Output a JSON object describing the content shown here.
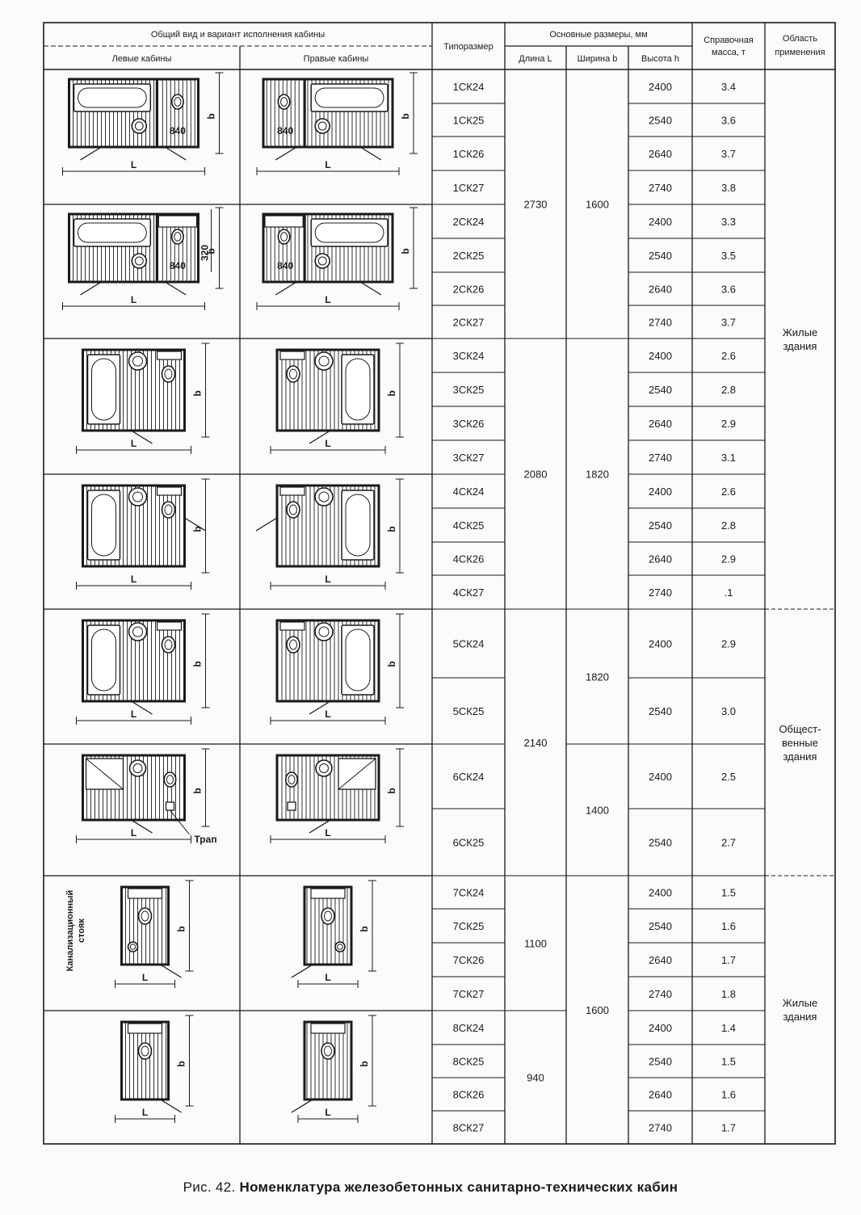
{
  "header": {
    "general_view": "Общий вид и вариант исполнения кабины",
    "left_cabins": "Левые кабины",
    "right_cabins": "Правые кабины",
    "type_size": "Типоразмер",
    "main_dims": "Основные размеры, мм",
    "length": "Длина L",
    "width": "Ширина b",
    "height": "Высота h",
    "mass": [
      "Справочная",
      "масса, т"
    ],
    "area": [
      "Область",
      "применения"
    ]
  },
  "rows": [
    {
      "type": "1СК24",
      "h": "2400",
      "m": "3.4"
    },
    {
      "type": "1СК25",
      "h": "2540",
      "m": "3.6"
    },
    {
      "type": "1СК26",
      "h": "2640",
      "m": "3.7"
    },
    {
      "type": "1СК27",
      "h": "2740",
      "m": "3.8"
    },
    {
      "type": "2СК24",
      "h": "2400",
      "m": "3.3"
    },
    {
      "type": "2СК25",
      "h": "2540",
      "m": "3.5"
    },
    {
      "type": "2СК26",
      "h": "2640",
      "m": "3.6"
    },
    {
      "type": "2СК27",
      "h": "2740",
      "m": "3.7"
    },
    {
      "type": "3СК24",
      "h": "2400",
      "m": "2.6"
    },
    {
      "type": "3СК25",
      "h": "2540",
      "m": "2.8"
    },
    {
      "type": "3СК26",
      "h": "2640",
      "m": "2.9"
    },
    {
      "type": "3СК27",
      "h": "2740",
      "m": "3.1"
    },
    {
      "type": "4СК24",
      "h": "2400",
      "m": "2.6"
    },
    {
      "type": "4СК25",
      "h": "2540",
      "m": "2.8"
    },
    {
      "type": "4СК26",
      "h": "2640",
      "m": "2.9"
    },
    {
      "type": "4СК27",
      "h": "2740",
      "m": ".1"
    },
    {
      "type": "5СК24",
      "h": "2400",
      "m": "2.9"
    },
    {
      "type": "5СК25",
      "h": "2540",
      "m": "3.0"
    },
    {
      "type": "6СК24",
      "h": "2400",
      "m": "2.5"
    },
    {
      "type": "6СК25",
      "h": "2540",
      "m": "2.7"
    },
    {
      "type": "7СК24",
      "h": "2400",
      "m": "1.5"
    },
    {
      "type": "7СК25",
      "h": "2540",
      "m": "1.6"
    },
    {
      "type": "7СК26",
      "h": "2640",
      "m": "1.7"
    },
    {
      "type": "7СК27",
      "h": "2740",
      "m": "1.8"
    },
    {
      "type": "8СК24",
      "h": "2400",
      "m": "1.4"
    },
    {
      "type": "8СК25",
      "h": "2540",
      "m": "1.5"
    },
    {
      "type": "8СК26",
      "h": "2640",
      "m": "1.6"
    },
    {
      "type": "8СК27",
      "h": "2740",
      "m": "1.7"
    }
  ],
  "length_groups": [
    {
      "value": "2730",
      "rows": [
        0,
        7
      ]
    },
    {
      "value": "2080",
      "rows": [
        8,
        15
      ]
    },
    {
      "value": "2140",
      "rows": [
        16,
        19
      ]
    },
    {
      "value": "1100",
      "rows": [
        20,
        23
      ]
    },
    {
      "value": "940",
      "rows": [
        24,
        27
      ]
    }
  ],
  "width_groups": [
    {
      "value": "1600",
      "rows": [
        0,
        7
      ]
    },
    {
      "value": "1820",
      "rows": [
        8,
        15
      ]
    },
    {
      "value": "1820",
      "rows": [
        16,
        17
      ]
    },
    {
      "value": "1400",
      "rows": [
        18,
        19
      ]
    },
    {
      "value": "1600",
      "rows": [
        20,
        27
      ]
    }
  ],
  "area_groups": [
    {
      "lines": [
        "Жилые",
        "здания"
      ],
      "rows": [
        0,
        15
      ]
    },
    {
      "lines": [
        "Общест-",
        "венные",
        "здания"
      ],
      "rows": [
        16,
        19
      ]
    },
    {
      "lines": [
        "Жилые",
        "здания"
      ],
      "rows": [
        20,
        27
      ]
    }
  ],
  "plans": [
    {
      "variant": 1,
      "rows": [
        0,
        3
      ]
    },
    {
      "variant": 2,
      "rows": [
        4,
        7
      ]
    },
    {
      "variant": 3,
      "rows": [
        8,
        11
      ]
    },
    {
      "variant": 4,
      "rows": [
        12,
        15
      ]
    },
    {
      "variant": 5,
      "rows": [
        16,
        17
      ]
    },
    {
      "variant": 6,
      "rows": [
        18,
        19
      ]
    },
    {
      "variant": 7,
      "rows": [
        20,
        23
      ]
    },
    {
      "variant": 8,
      "rows": [
        24,
        27
      ]
    }
  ],
  "plan_labels": {
    "L": "L",
    "b": "b",
    "dim_840": "840",
    "dim_320": "320",
    "drain": "Трап",
    "riser": [
      "Канализационный",
      "стояк"
    ]
  },
  "caption": {
    "number": "Рис. 42.",
    "text": "Номенклатура железобетонных санитарно-технических кабин"
  }
}
